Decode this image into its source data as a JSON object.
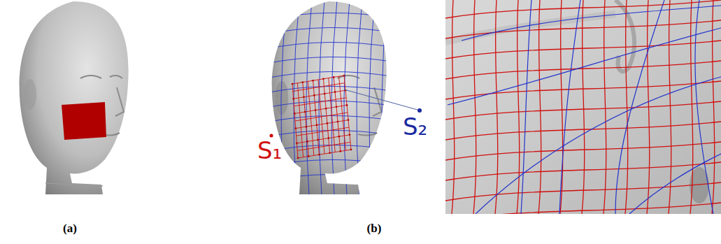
{
  "diagram": {
    "labels": [
      "(a)",
      "(b)",
      "S₁",
      "S₂"
    ]
  }
}
